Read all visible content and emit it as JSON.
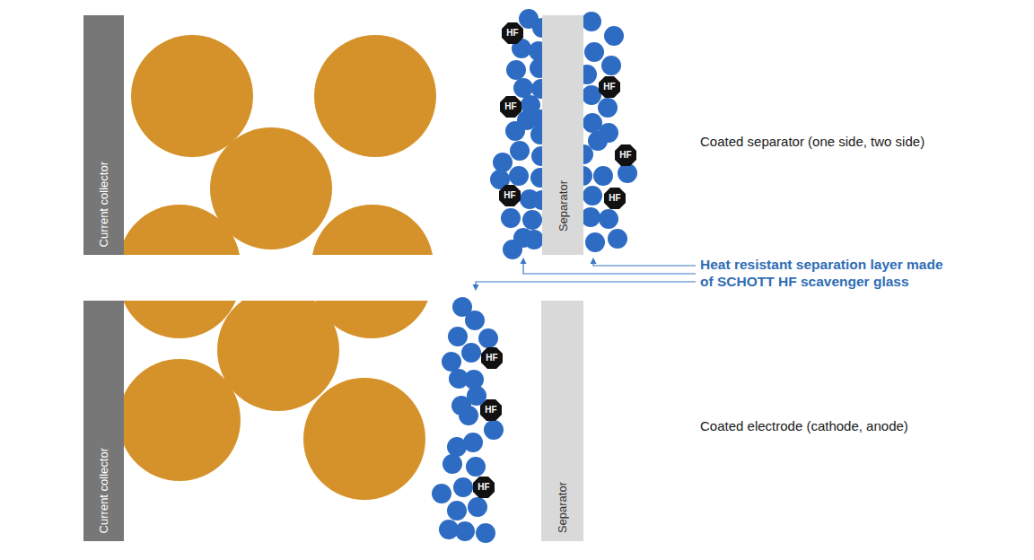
{
  "diagram": {
    "nodes": [
      {
        "text": [
          "Current collector"
        ]
      },
      {
        "text": [
          "HF"
        ]
      },
      {
        "text": [
          "HF"
        ]
      },
      {
        "text": [
          "HF"
        ]
      },
      {
        "text": [
          "Separator"
        ]
      },
      {
        "text": [
          "HF"
        ]
      },
      {
        "text": [
          "HF"
        ]
      },
      {
        "text": [
          "HF"
        ]
      },
      {
        "text": [
          "Current collector"
        ]
      },
      {
        "text": [
          "HF"
        ]
      },
      {
        "text": [
          "HF"
        ]
      },
      {
        "text": [
          "HF"
        ]
      },
      {
        "text": [
          "Separator"
        ]
      }
    ],
    "labels": [
      "Coated separator (one side, two side)",
      "Heat resistant separation layer made of SCHOTT HF scavenger glass",
      "Coated electrode (cathode, anode)"
    ]
  }
}
